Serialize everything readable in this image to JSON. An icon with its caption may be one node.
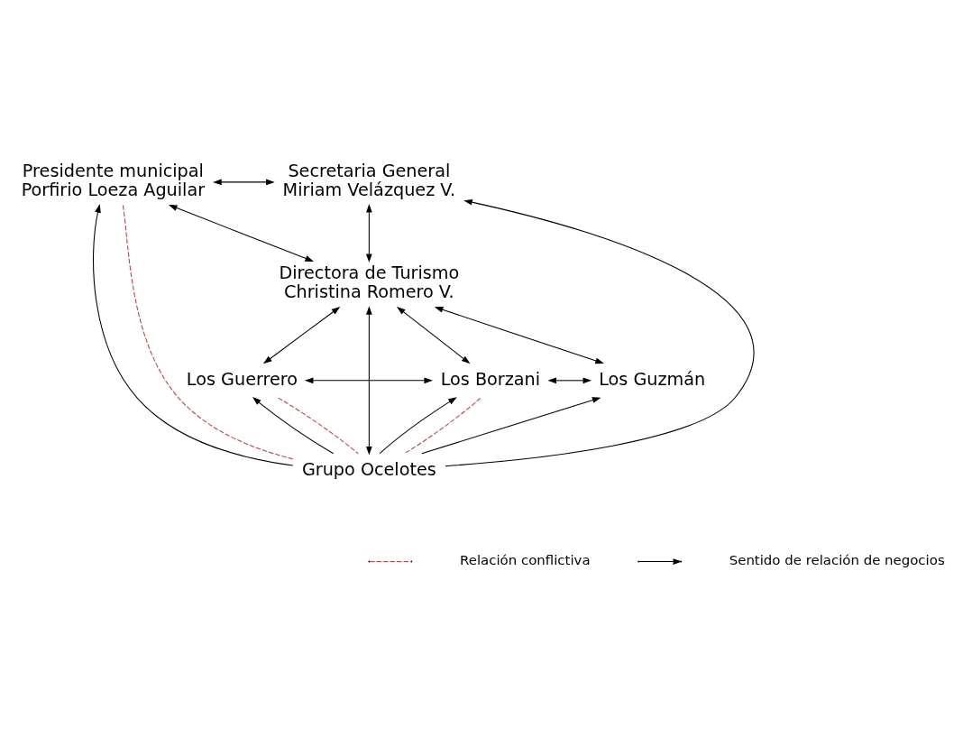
{
  "diagram": {
    "nodes": [
      {
        "text": [
          "Presidente municipal",
          "Porfirio Loeza Aguilar"
        ]
      },
      {
        "text": [
          "Secretaria General",
          "Miriam Velázquez V."
        ]
      },
      {
        "text": [
          "Directora de Turismo",
          "Christina Romero V."
        ]
      },
      {
        "text": [
          "Los Guerrero"
        ]
      },
      {
        "text": [
          "Los Borzani"
        ]
      },
      {
        "text": [
          "Los Guzmán"
        ]
      },
      {
        "text": [
          "Grupo Ocelotes"
        ]
      }
    ],
    "edges": [
      {
        "from": 0,
        "to": 1,
        "arrow": "both"
      },
      {
        "from": 0,
        "to": 2,
        "arrow": "both"
      },
      {
        "from": 2,
        "to": 1,
        "arrow": "both"
      },
      {
        "from": 2,
        "to": 3,
        "arrow": "both"
      },
      {
        "from": 2,
        "to": 4,
        "arrow": "both"
      },
      {
        "from": 2,
        "to": 5,
        "arrow": "both"
      },
      {
        "from": 3,
        "to": 4,
        "arrow": "both"
      },
      {
        "from": 4,
        "to": 5,
        "arrow": "both"
      },
      {
        "from": 6,
        "to": 2,
        "arrow": "both"
      },
      {
        "from": 6,
        "to": 3,
        "arrow": "to"
      },
      {
        "from": 6,
        "to": 4,
        "arrow": "to"
      },
      {
        "from": 6,
        "to": 1,
        "arrow": "to"
      },
      {
        "from": 6,
        "to": 5,
        "arrow": "to"
      },
      {
        "from": 6,
        "to": 0,
        "arrow": "to"
      },
      {
        "from": 6,
        "to": 0,
        "arrow": "none",
        "style": "dashed",
        "color": "#d9383a"
      },
      {
        "from": 6,
        "to": 3,
        "arrow": "none",
        "style": "dashed",
        "color": "#d9383a"
      },
      {
        "from": 6,
        "to": 4,
        "arrow": "none",
        "style": "dashed",
        "color": "#d9383a"
      }
    ],
    "legend": [
      {
        "text": "Relación conflictiva"
      },
      {
        "text": "Sentido de relación de negocios"
      }
    ]
  }
}
